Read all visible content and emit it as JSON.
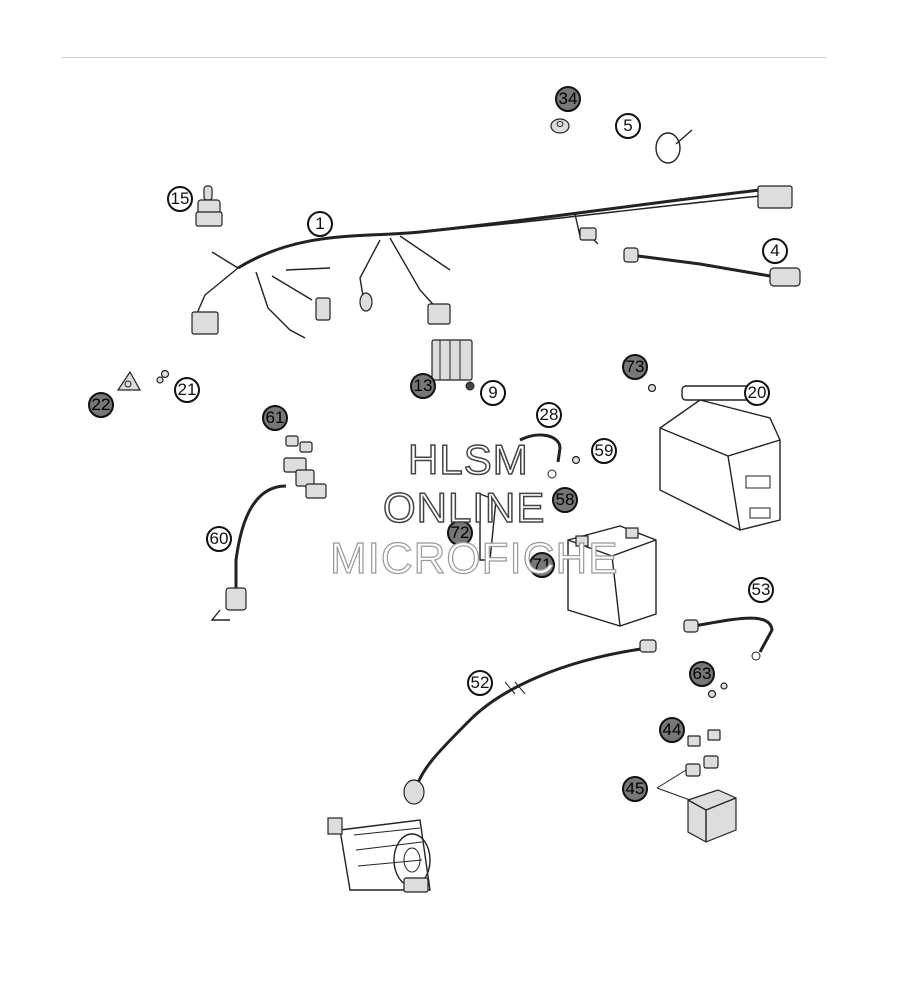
{
  "callouts": [
    {
      "id": "34",
      "label": "34"
    },
    {
      "id": "5",
      "label": "5"
    },
    {
      "id": "15",
      "label": "15"
    },
    {
      "id": "1",
      "label": "1"
    },
    {
      "id": "4",
      "label": "4"
    },
    {
      "id": "73",
      "label": "73"
    },
    {
      "id": "20",
      "label": "20"
    },
    {
      "id": "13",
      "label": "13"
    },
    {
      "id": "9",
      "label": "9"
    },
    {
      "id": "22",
      "label": "22"
    },
    {
      "id": "21",
      "label": "21"
    },
    {
      "id": "61",
      "label": "61"
    },
    {
      "id": "28",
      "label": "28"
    },
    {
      "id": "59",
      "label": "59"
    },
    {
      "id": "58",
      "label": "58"
    },
    {
      "id": "72",
      "label": "72"
    },
    {
      "id": "60",
      "label": "60"
    },
    {
      "id": "71",
      "label": "71"
    },
    {
      "id": "53",
      "label": "53"
    },
    {
      "id": "52",
      "label": "52"
    },
    {
      "id": "63",
      "label": "63"
    },
    {
      "id": "44",
      "label": "44"
    },
    {
      "id": "45",
      "label": "45"
    }
  ],
  "watermark": {
    "line1": "HLSM",
    "line2": "ONLINE",
    "line3": "MICROFICHE"
  }
}
